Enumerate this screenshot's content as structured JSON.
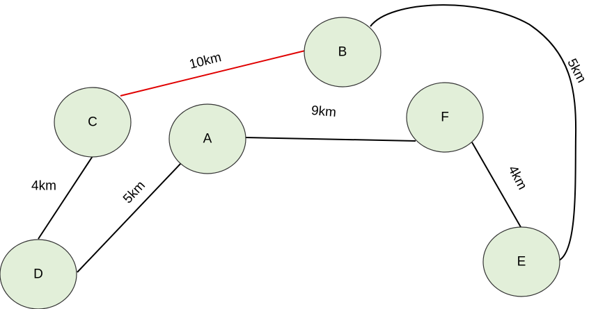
{
  "graph": {
    "nodes": [
      {
        "id": "A",
        "label": "A"
      },
      {
        "id": "B",
        "label": "B"
      },
      {
        "id": "C",
        "label": "C"
      },
      {
        "id": "D",
        "label": "D"
      },
      {
        "id": "E",
        "label": "E"
      },
      {
        "id": "F",
        "label": "F"
      }
    ],
    "edges": [
      {
        "from": "C",
        "to": "B",
        "label": "10km",
        "color": "#e00000"
      },
      {
        "from": "A",
        "to": "F",
        "label": "9km",
        "color": "#000000"
      },
      {
        "from": "C",
        "to": "D",
        "label": "4km",
        "color": "#000000"
      },
      {
        "from": "D",
        "to": "A",
        "label": "5km",
        "color": "#000000"
      },
      {
        "from": "F",
        "to": "E",
        "label": "4km",
        "color": "#000000"
      },
      {
        "from": "B",
        "to": "E",
        "label": "5km",
        "color": "#000000"
      }
    ]
  }
}
